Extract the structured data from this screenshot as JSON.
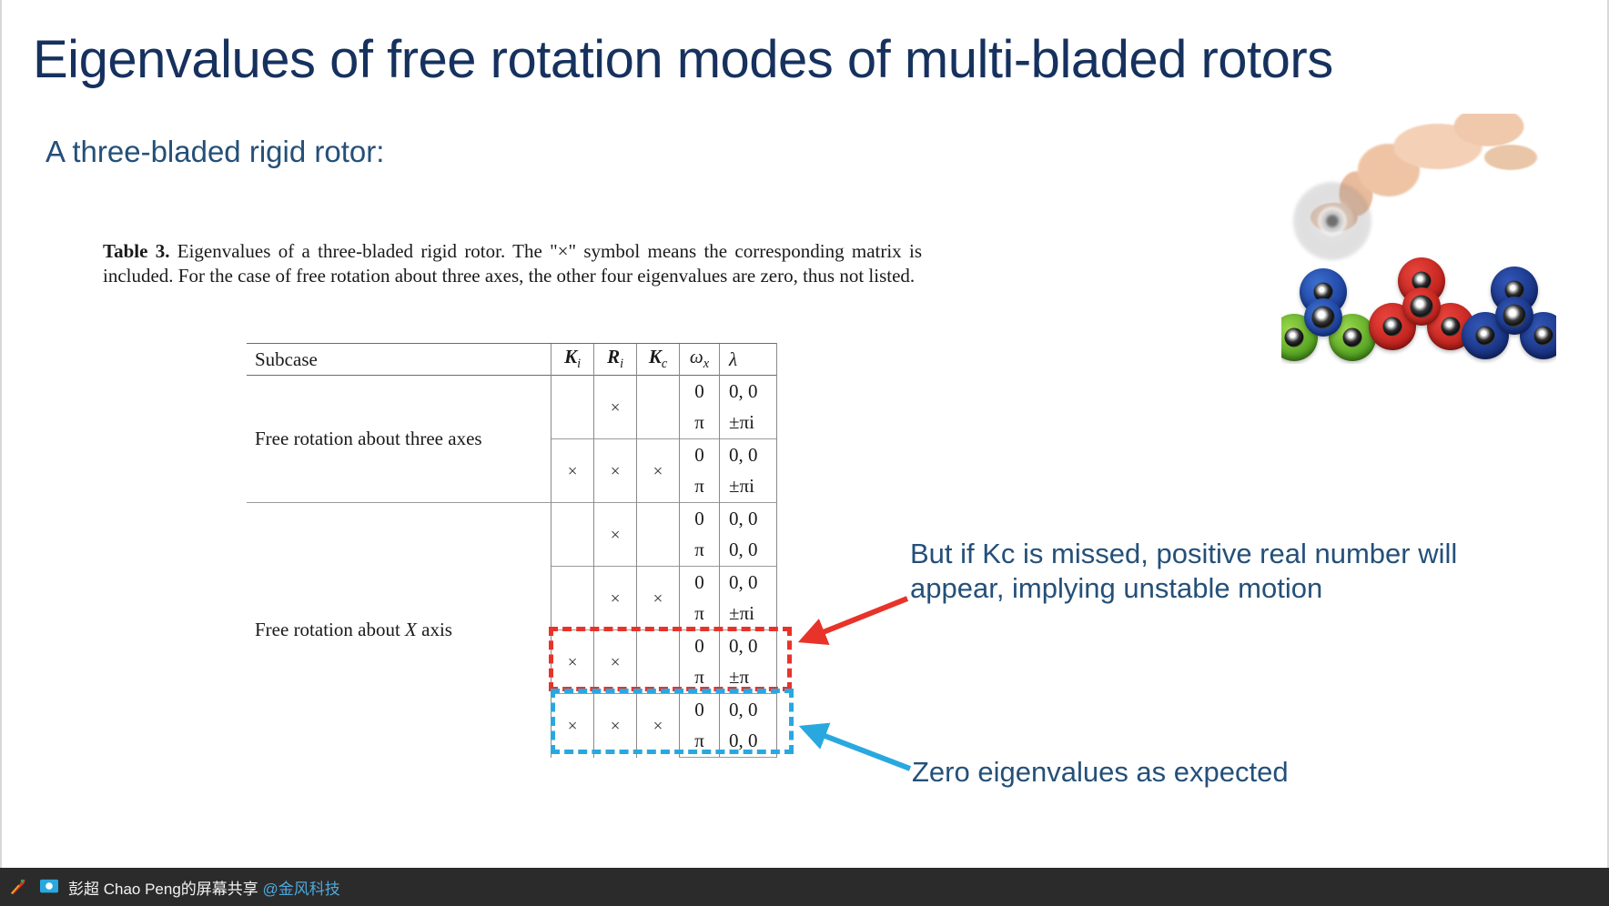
{
  "slide": {
    "title": "Eigenvalues of free rotation modes of multi-bladed rotors",
    "subtitle": "A three-bladed rigid rotor:",
    "title_color": "#16315e",
    "subtitle_color": "#245079"
  },
  "caption": {
    "label": "Table 3.",
    "text": " Eigenvalues of a three-bladed rigid rotor. The \"×\" symbol means the corresponding matrix is included. For the case of free rotation about three axes, the other four eigenvalues are zero, thus not listed."
  },
  "table": {
    "headers": {
      "subcase": "Subcase",
      "ki": "K",
      "ki_sub": "i",
      "ri": "R",
      "ri_sub": "i",
      "kc": "K",
      "kc_sub": "c",
      "omega": "ω",
      "omega_sub": "x",
      "lambda": "λ"
    },
    "groups": [
      {
        "subcase": "Free rotation about three axes",
        "blocks": [
          {
            "Ki": "",
            "Ri": "×",
            "Kc": "",
            "lines": [
              {
                "omega": "0",
                "lambda": "0, 0"
              },
              {
                "omega": "π",
                "lambda": "±πi"
              }
            ],
            "highlight": "none"
          },
          {
            "Ki": "×",
            "Ri": "×",
            "Kc": "×",
            "lines": [
              {
                "omega": "0",
                "lambda": "0, 0"
              },
              {
                "omega": "π",
                "lambda": "±πi"
              }
            ],
            "highlight": "none"
          }
        ]
      },
      {
        "subcase": "Free rotation about X axis",
        "subcase_pre": "Free rotation about ",
        "subcase_math": "X",
        "subcase_post": " axis",
        "blocks": [
          {
            "Ki": "",
            "Ri": "×",
            "Kc": "",
            "lines": [
              {
                "omega": "0",
                "lambda": "0, 0"
              },
              {
                "omega": "π",
                "lambda": "0, 0"
              }
            ],
            "highlight": "none"
          },
          {
            "Ki": "",
            "Ri": "×",
            "Kc": "×",
            "lines": [
              {
                "omega": "0",
                "lambda": "0, 0"
              },
              {
                "omega": "π",
                "lambda": "±πi"
              }
            ],
            "highlight": "none"
          },
          {
            "Ki": "×",
            "Ri": "×",
            "Kc": "",
            "lines": [
              {
                "omega": "0",
                "lambda": "0, 0"
              },
              {
                "omega": "π",
                "lambda": "±π"
              }
            ],
            "highlight": "red"
          },
          {
            "Ki": "×",
            "Ri": "×",
            "Kc": "×",
            "lines": [
              {
                "omega": "0",
                "lambda": "0, 0"
              },
              {
                "omega": "π",
                "lambda": "0, 0"
              }
            ],
            "highlight": "blue"
          }
        ]
      }
    ]
  },
  "annotations": {
    "red": {
      "text": "But if Kc is missed, positive real number will appear, implying unstable motion",
      "color": "#e8332a",
      "text_color": "#245079"
    },
    "blue": {
      "text": "Zero eigenvalues as expected",
      "color": "#29a8e0",
      "text_color": "#245079"
    }
  },
  "image": {
    "alt": "hand-spinning-fidget-spinner-photo"
  },
  "taskbar": {
    "share_text": "彭超 Chao Peng的屏幕共享 ",
    "handle": "@金风科技",
    "background": "#2b2b2b"
  }
}
